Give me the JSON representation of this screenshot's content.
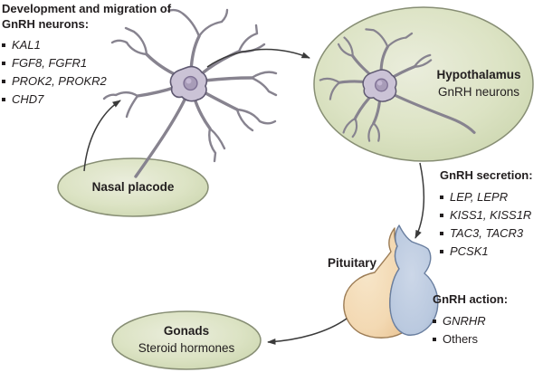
{
  "colors": {
    "text": "#221e1f",
    "ellipse-stroke": "#878e74",
    "ellipse-fill": "#dce3c4",
    "dendrite": "#87838f",
    "soma-fill": "#cbc3d6",
    "soma-stroke": "#5e5870",
    "nucleus-fill": "#a89cb8",
    "nucleus-stroke": "#7e7094",
    "arrow": "#3a3a3a",
    "ant-stroke": "#9c7c55",
    "ant-fill": "#f3dab6",
    "post-stroke": "#697e9f",
    "post-fill": "#bac9df"
  },
  "dev_migration": {
    "title": "Development and migration of GnRH neurons:",
    "items": [
      "KAL1",
      "FGF8, FGFR1",
      "PROK2, PROKR2",
      "CHD7"
    ]
  },
  "hypothalamus": {
    "title": "Hypothalamus",
    "subtitle": "GnRH neurons"
  },
  "nasal_placode": {
    "label": "Nasal placode"
  },
  "gnrh_secretion": {
    "title": "GnRH secretion:",
    "items": [
      "LEP, LEPR",
      "KISS1, KISS1R",
      "TAC3, TACR3",
      "PCSK1"
    ]
  },
  "pituitary": {
    "label": "Pituitary"
  },
  "gnrh_action": {
    "title": "GnRH action:",
    "items": [
      "GNRHR",
      "Others"
    ]
  },
  "gonads": {
    "title": "Gonads",
    "subtitle": "Steroid hormones"
  }
}
